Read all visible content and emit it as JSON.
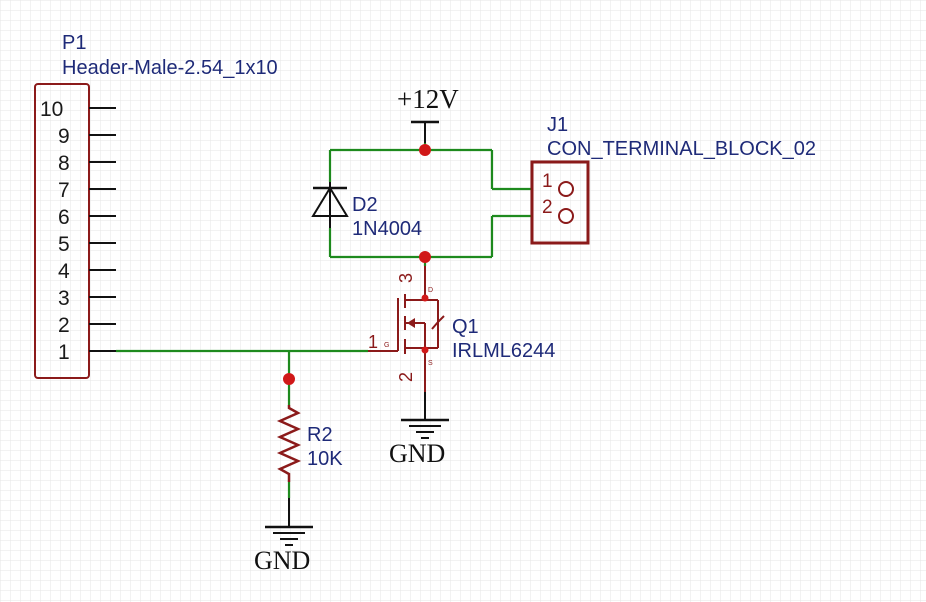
{
  "colors": {
    "wire": "#1e8a1e",
    "component": "#8b1a1a",
    "junction": "#d01818",
    "designator": "#1e2a78",
    "grid": "#e6e6e6"
  },
  "header": {
    "designator": "P1",
    "value": "Header-Male-2.54_1x10",
    "pins": [
      "10",
      "9",
      "8",
      "7",
      "6",
      "5",
      "4",
      "3",
      "2",
      "1"
    ]
  },
  "power": {
    "vcc_label": "+12V",
    "gnd_label_q1": "GND",
    "gnd_label_r2": "GND"
  },
  "diode": {
    "designator": "D2",
    "value": "1N4004"
  },
  "terminal": {
    "designator": "J1",
    "value": "CON_TERMINAL_BLOCK_02",
    "pins": [
      "1",
      "2"
    ]
  },
  "mosfet": {
    "designator": "Q1",
    "value": "IRLML6244",
    "pin_gate": "1",
    "pin_source": "2",
    "pin_drain": "3",
    "gate_letter": "G",
    "drain_letter": "D",
    "source_letter": "S"
  },
  "resistor": {
    "designator": "R2",
    "value": "10K"
  }
}
